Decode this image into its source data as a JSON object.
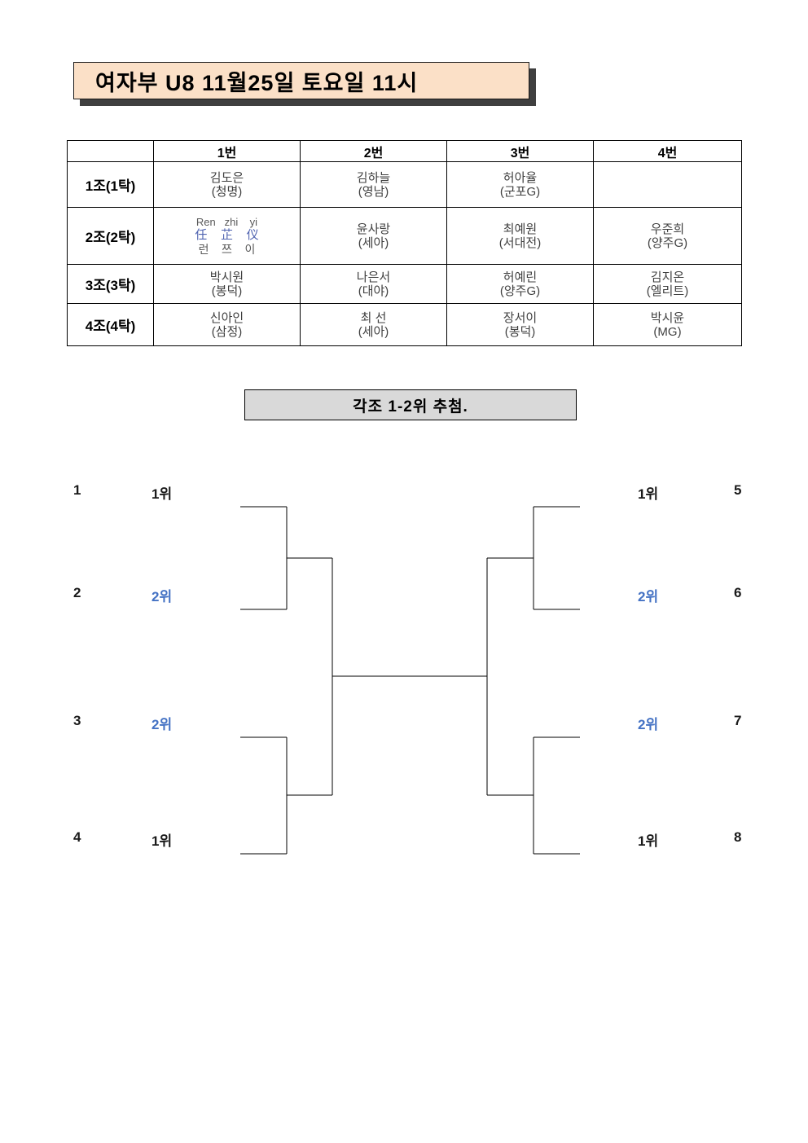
{
  "title": {
    "text": "여자부 U8 11월25일 토요일 11시"
  },
  "group_table": {
    "corner": "",
    "headers": [
      "1번",
      "2번",
      "3번",
      "4번"
    ],
    "rows": [
      {
        "label": "1조(1탁)",
        "cells": [
          [
            "김도은",
            "(청명)"
          ],
          [
            "김하늘",
            "(영남)"
          ],
          [
            "허아율",
            "(군포G)"
          ],
          []
        ]
      },
      {
        "label": "2조(2탁)",
        "cells": [
          [
            "Ren   zhi    yi",
            "任    芷    仪",
            "런    쯔    이"
          ],
          [
            "윤사랑",
            "(세아)"
          ],
          [
            "최예원",
            "(서대전)"
          ],
          [
            "우준희",
            "(양주G)"
          ]
        ]
      },
      {
        "label": "3조(3탁)",
        "cells": [
          [
            "박시원",
            "(봉덕)"
          ],
          [
            "나은서",
            "(대야)"
          ],
          [
            "허예린",
            "(양주G)"
          ],
          [
            "김지온",
            "(엘리트)"
          ]
        ]
      },
      {
        "label": "4조(4탁)",
        "cells": [
          [
            "신아인",
            "(삼정)"
          ],
          [
            "최 선",
            "(세아)"
          ],
          [
            "장서이",
            "(봉덕)"
          ],
          [
            "박시윤",
            "(MG)"
          ]
        ]
      }
    ]
  },
  "notice": {
    "text": "각조 1-2위 추첨."
  },
  "bracket": {
    "left": [
      {
        "seed": "1",
        "rank": "1위",
        "color": "black"
      },
      {
        "seed": "2",
        "rank": "2위",
        "color": "blue"
      },
      {
        "seed": "3",
        "rank": "2위",
        "color": "blue"
      },
      {
        "seed": "4",
        "rank": "1위",
        "color": "black"
      }
    ],
    "right": [
      {
        "seed": "5",
        "rank": "1위",
        "color": "black"
      },
      {
        "seed": "6",
        "rank": "2위",
        "color": "blue"
      },
      {
        "seed": "7",
        "rank": "2위",
        "color": "blue"
      },
      {
        "seed": "8",
        "rank": "1위",
        "color": "black"
      }
    ]
  },
  "colors": {
    "accent_blue": "#4472C4",
    "title_bg": "#FBE0C7",
    "title_shadow": "#3F3F3F",
    "notice_bg": "#D9D9D9"
  }
}
